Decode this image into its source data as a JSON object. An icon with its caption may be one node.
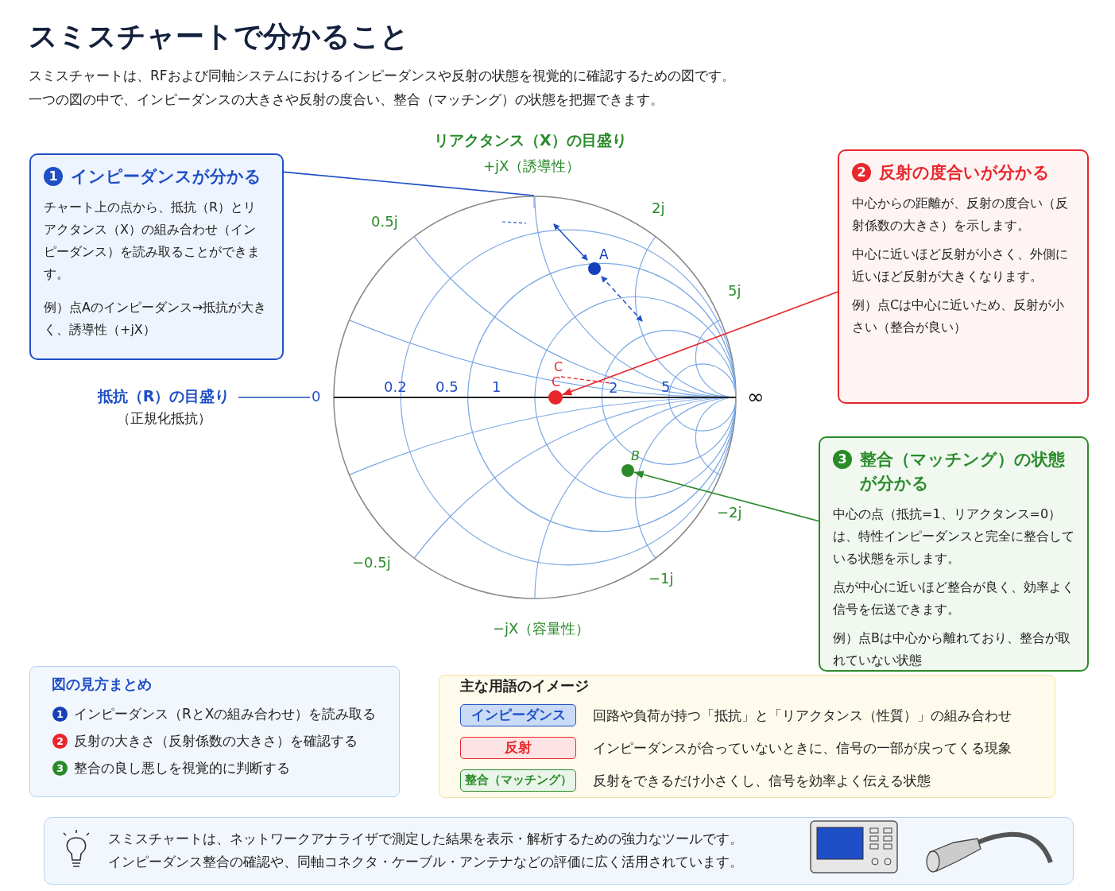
{
  "diagram": {
    "title": "スミスチャートで分かること",
    "nodes": [
      {
        "text": [
          "1",
          "インピーダンスが分かる",
          "チャート上の点から、抵抗（R）とリアクタンス（X）の組み合わせ（インピーダンス）を読み取ることができます。",
          "例）点Aのインピーダンス→抵抗が大きく、誘導性（+jX）"
        ]
      },
      {
        "text": [
          "2",
          "反射の度合いが分かる",
          "中心からの距離が、反射の度合い（反射係数の大きさ）を示します。",
          "中心に近いほど反射が小さく、外側に近いほど反射が大きくなります。",
          "例）点Cは中心に近いため、反射が小さい（整合が良い）"
        ]
      },
      {
        "text": [
          "3",
          "整合（マッチング）の状態が分かる",
          "中心の点（抵抗=1、リアクタンス=0）は、特性インピーダンスと完全に整合している状態を示します。",
          "点が中心に近いほど整合が良く、効率よく信号を伝送できます。",
          "例）点Bは中心から離れており、整合が取れていない状態"
        ]
      },
      {
        "text": [],
        "shape": "circle",
        "beside": [
          "A"
        ]
      },
      {
        "text": [],
        "shape": "circle",
        "beside": [
          "C"
        ]
      },
      {
        "text": [],
        "shape": "circle",
        "beside": [
          "B"
        ]
      },
      {
        "text": [
          "抵抗（R）の目盛り",
          "（正規化抵抗）"
        ]
      },
      {
        "text": [
          "0"
        ]
      },
      {
        "text": [
          "図の見方まとめ",
          "1",
          "インピーダンス（RとXの組み合わせ）を読み取る",
          "2",
          "反射の大きさ（反射係数の大きさ）を確認する",
          "3",
          "整合の良し悪しを視覚的に判断する"
        ]
      },
      {
        "text": [
          "主な用語のイメージ"
        ]
      },
      {
        "text": [
          "インピーダンス"
        ],
        "in": 9,
        "beside": [
          "回路や負荷が持つ「抵抗」と「リアクタンス（性質）」の組み合わせ"
        ]
      },
      {
        "text": [
          "反射"
        ],
        "in": 9,
        "beside": [
          "インピーダンスが合っていないときに、信号の一部が戻ってくる現象"
        ]
      },
      {
        "text": [
          "整合（マッチング）"
        ],
        "in": 9,
        "beside": [
          "反射をできるだけ小さくし、信号を効率よく伝える状態"
        ]
      },
      {
        "text": [
          "スミスチャートは、ネットワークアナライザで測定した結果を表示・解析するための強力なツールです。",
          "インピーダンス整合の確認や、同軸コネクタ・ケーブル・アンテナなどの評価に広く活用されています。"
        ]
      }
    ],
    "edges": [
      {
        "from": 0,
        "to": null,
        "arrow": "none",
        "color": "#1f4fc6"
      },
      {
        "from": 1,
        "to": 4,
        "arrow": "to",
        "color": "#e8262b"
      },
      {
        "from": 2,
        "to": 5,
        "arrow": "to",
        "color": "#2a8a2a"
      },
      {
        "from": 6,
        "to": 7,
        "arrow": "none",
        "color": "#1f4fc6"
      }
    ],
    "labels": [
      "スミスチャートは、RFおよび同軸システムにおけるインピーダンスや反射の状態を視覚的に確認するための図です。",
      "一つの図の中で、インピーダンスの大きさや反射の度合い、整合（マッチング）の状態を把握できます。",
      "リアクタンス（X）の目盛り",
      "+jX（誘導性）",
      "0.5j",
      "2j",
      "5j",
      "0.2",
      "0.5",
      "1",
      "C",
      "2",
      "5",
      "∞",
      "−2j",
      "−0.5j",
      "−1j",
      "−jX（容量性）"
    ]
  }
}
